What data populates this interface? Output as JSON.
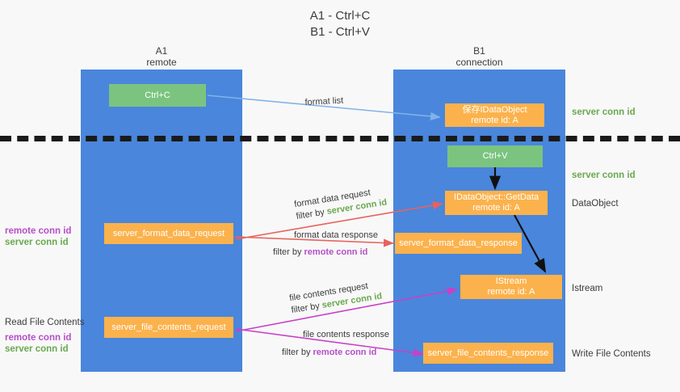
{
  "title": "A1 - Ctrl+C\nB1 - Ctrl+V",
  "columns": {
    "left": {
      "name": "A1",
      "role": "remote"
    },
    "right": {
      "name": "B1",
      "role": "connection"
    }
  },
  "colors": {
    "lane": "#4a86db",
    "node_green": "#7bc47f",
    "node_orange": "#fbb24c",
    "server_conn": "#6aa84f",
    "remote_conn": "#b64fc8",
    "arrow_blue": "#7fb3e8",
    "arrow_red": "#e8625c",
    "arrow_magenta": "#c840c8",
    "arrow_black": "#111111",
    "background": "#f8f8f8"
  },
  "nodes": {
    "ctrl_c": {
      "line1": "Ctrl+C"
    },
    "ctrl_v": {
      "line1": "Ctrl+V"
    },
    "save_dataobject": {
      "line1": "保存IDataObject",
      "line2": "remote id: A"
    },
    "getdata": {
      "line1": "IDataObject::GetData",
      "line2": "remote id: A"
    },
    "istream": {
      "line1": "IStream",
      "line2": "remote id: A"
    },
    "format_data_request": {
      "line1": "server_format_data_request"
    },
    "format_data_response": {
      "line1": "server_format_data_response"
    },
    "file_contents_request": {
      "line1": "server_file_contents_request"
    },
    "file_contents_response": {
      "line1": "server_file_contents_response"
    }
  },
  "side_labels": {
    "server_conn_top": "server conn id",
    "server_conn_paste": "server conn id",
    "dataobject": "DataObject",
    "istream": "Istream",
    "write_file_contents": "Write File Contents"
  },
  "left_labels": {
    "remote_conn_1": "remote conn id",
    "server_conn_1": "server conn id",
    "read_file_contents": "Read File Contents",
    "remote_conn_2": "remote conn id",
    "server_conn_2": "server conn id"
  },
  "edges": {
    "format_list": "format list",
    "format_data_request": "format data request",
    "format_data_request_filter_prefix": "filter by ",
    "format_data_request_filter_key": "server conn id",
    "format_data_response": "format data response",
    "format_data_response_filter_prefix": "filter by ",
    "format_data_response_filter_key": "remote conn id",
    "file_contents_request": "file contents request",
    "file_contents_request_filter_prefix": "filter by ",
    "file_contents_request_filter_key": "server conn id",
    "file_contents_response": "file contents response",
    "file_contents_response_filter_prefix": "filter by ",
    "file_contents_response_filter_key": "remote conn id"
  }
}
